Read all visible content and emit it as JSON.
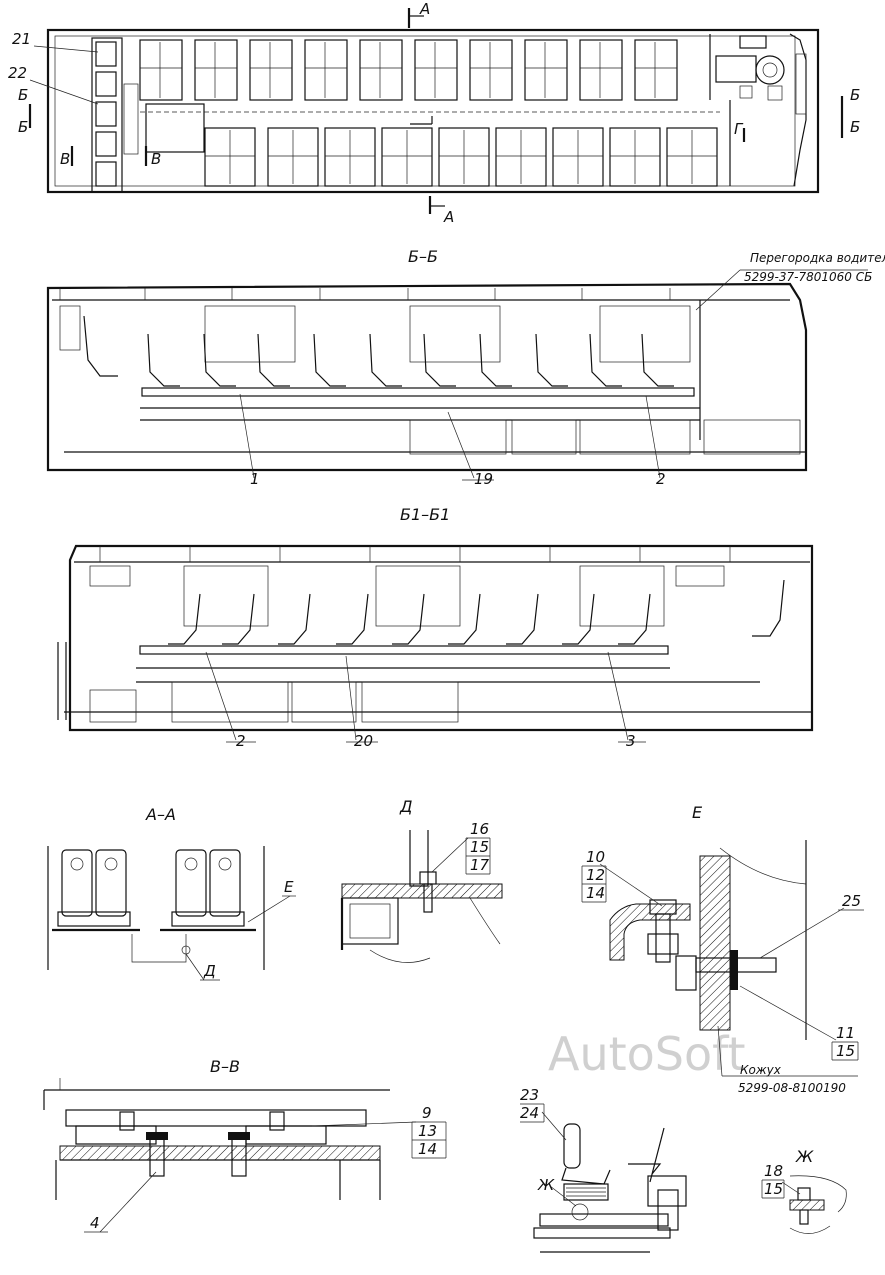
{
  "watermark": "AutoSoft",
  "views": {
    "plan": {
      "section_marks": [
        "А",
        "А",
        "Б",
        "Б",
        "Б",
        "Б",
        "В",
        "В",
        "Г"
      ],
      "callouts": [
        "21",
        "22"
      ]
    },
    "section_bb": {
      "title": "Б–Б",
      "partition_note_line1": "Перегородка водителя",
      "partition_note_line2": "5299-37-7801060 СБ",
      "callouts": [
        "1",
        "19",
        "2"
      ]
    },
    "section_bb1": {
      "title": "Б1–Б1",
      "callouts": [
        "2",
        "20",
        "3"
      ]
    },
    "section_aa": {
      "title": "А–А",
      "callouts": [
        "Е",
        "Д"
      ]
    },
    "detail_d": {
      "title": "Д",
      "callouts": [
        "16",
        "15",
        "17"
      ]
    },
    "detail_e": {
      "title": "Е",
      "callouts": [
        "10",
        "12",
        "14",
        "25",
        "11",
        "15"
      ],
      "cover_note_line1": "Кожух",
      "cover_note_line2": "5299-08-8100190"
    },
    "section_vv": {
      "title": "В–В",
      "callouts": [
        "9",
        "13",
        "14",
        "4"
      ]
    },
    "driver_seat": {
      "callouts": [
        "23",
        "24",
        "Ж"
      ]
    },
    "detail_zh": {
      "title": "Ж",
      "callouts": [
        "18",
        "15"
      ]
    }
  }
}
